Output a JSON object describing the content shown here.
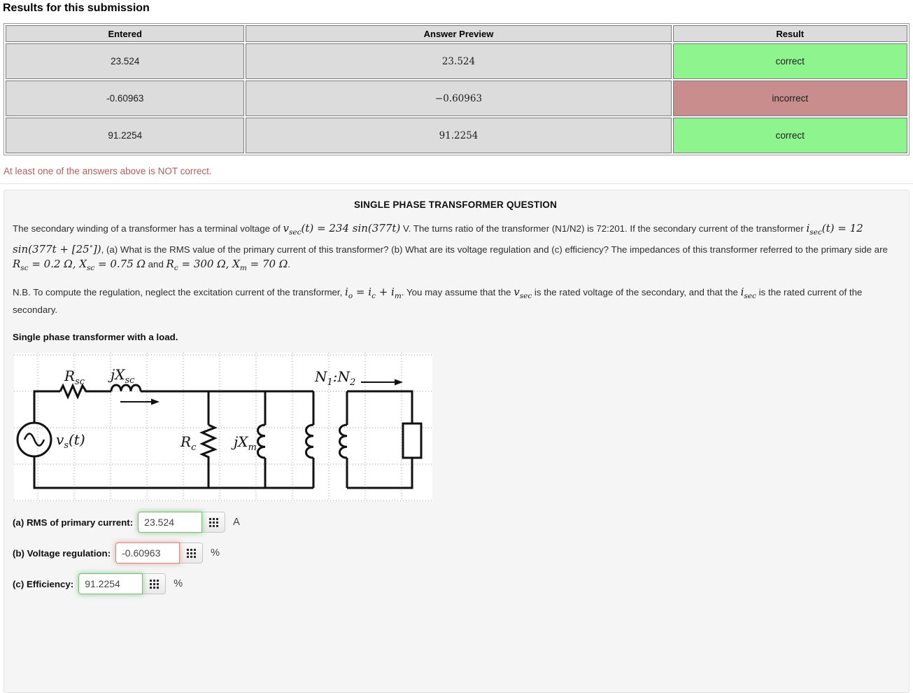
{
  "page": {
    "title": "Results for this submission",
    "warning": "At least one of the answers above is NOT correct."
  },
  "colors": {
    "correct_bg": "#8ef58e",
    "incorrect_bg": "#c98d8d",
    "result_text": "#1d3b5f",
    "warning_text": "#b0605c",
    "cell_bg": "#dcdcdc",
    "box_bg": "#f5f5f5"
  },
  "results_table": {
    "headers": [
      "Entered",
      "Answer Preview",
      "Result"
    ],
    "rows": [
      {
        "entered": "23.524",
        "preview": "23.524",
        "result": "correct",
        "status": "correct"
      },
      {
        "entered": "-0.60963",
        "preview": "−0.60963",
        "result": "incorrect",
        "status": "incorrect"
      },
      {
        "entered": "91.2254",
        "preview": "91.2254",
        "result": "correct",
        "status": "correct"
      }
    ]
  },
  "question": {
    "title": "SINGLE PHASE TRANSFORMER QUESTION",
    "paragraph1_segments": [
      {
        "k": "t",
        "v": "The secondary winding of a transformer has a terminal voltage of "
      },
      {
        "k": "m",
        "v": "v"
      },
      {
        "k": "sub",
        "v": "sec"
      },
      {
        "k": "m",
        "v": "(t) = 234 sin(377t)"
      },
      {
        "k": "t",
        "v": " V. The turns ratio of the transformer (N1/N2) is 72:201. If the secondary current of the transformer "
      },
      {
        "k": "m",
        "v": "i"
      },
      {
        "k": "sub",
        "v": "sec"
      },
      {
        "k": "m",
        "v": "(t) = 12 sin(377t + [25"
      },
      {
        "k": "sup",
        "v": "∘"
      },
      {
        "k": "m",
        "v": "])"
      },
      {
        "k": "t",
        "v": ", (a) What is the RMS value of the primary current of this transformer? (b) What are its voltage regulation and (c) efficiency? The impedances of this transformer referred to the primary side are "
      },
      {
        "k": "m",
        "v": "R"
      },
      {
        "k": "sub",
        "v": "sc"
      },
      {
        "k": "m",
        "v": " = 0.2 Ω,  X"
      },
      {
        "k": "sub",
        "v": "sc"
      },
      {
        "k": "m",
        "v": " = 0.75 Ω"
      },
      {
        "k": "t",
        "v": " and "
      },
      {
        "k": "m",
        "v": "R"
      },
      {
        "k": "sub",
        "v": "c"
      },
      {
        "k": "m",
        "v": " = 300 Ω,  X"
      },
      {
        "k": "sub",
        "v": "m"
      },
      {
        "k": "m",
        "v": " = 70 Ω"
      },
      {
        "k": "t",
        "v": "."
      }
    ],
    "paragraph2_segments": [
      {
        "k": "t",
        "v": "N.B. To compute the regulation, neglect the excitation current of the transformer, "
      },
      {
        "k": "m",
        "v": "i"
      },
      {
        "k": "sub",
        "v": "o"
      },
      {
        "k": "m",
        "v": " = i"
      },
      {
        "k": "sub",
        "v": "c"
      },
      {
        "k": "m",
        "v": " + i"
      },
      {
        "k": "sub",
        "v": "m"
      },
      {
        "k": "t",
        "v": ". You may assume that the "
      },
      {
        "k": "m",
        "v": "v"
      },
      {
        "k": "sub",
        "v": "sec"
      },
      {
        "k": "t",
        "v": " is the rated voltage of the secondary, and that the "
      },
      {
        "k": "m",
        "v": "i"
      },
      {
        "k": "sub",
        "v": "sec"
      },
      {
        "k": "t",
        "v": " is the rated current of the secondary."
      }
    ],
    "figure_caption": "Single phase transformer with a load.",
    "circuit": {
      "r_sc_main": "R",
      "r_sc_sub": "sc",
      "x_sc_main": "jX",
      "x_sc_sub": "sc",
      "r_c_main": "R",
      "r_c_sub": "c",
      "x_m_main": "jX",
      "x_m_sub": "m",
      "source_main": "v",
      "source_sub": "s",
      "source_paren": "(t)",
      "n1": "N",
      "n1_sub": "1",
      "ratio_colon": ":",
      "n2": "N",
      "n2_sub": "2"
    },
    "answers": [
      {
        "label": "(a) RMS of primary current:",
        "value": "23.524",
        "unit": "A",
        "status": "correct"
      },
      {
        "label": "(b) Voltage regulation:",
        "value": "-0.60963",
        "unit": "%",
        "status": "incorrect"
      },
      {
        "label": "(c) Efficiency:",
        "value": "91.2254",
        "unit": "%",
        "status": "correct"
      }
    ]
  }
}
